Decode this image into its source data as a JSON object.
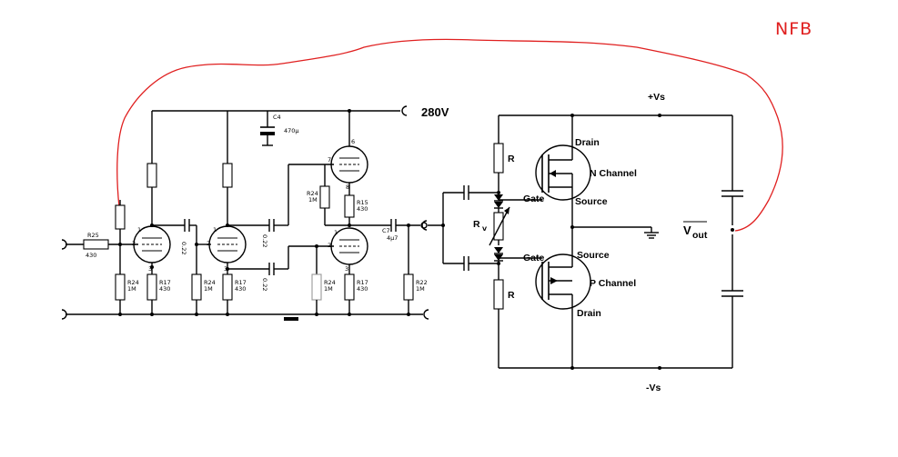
{
  "title_nfb": "NFB",
  "supply": {
    "hv": "280V",
    "pos": "+Vs",
    "neg": "-Vs"
  },
  "tube_section": {
    "c4": {
      "name": "C4",
      "value": "470µ"
    },
    "r25": {
      "name": "R25",
      "value": "430"
    },
    "stages": [
      {
        "r_grid": "R24",
        "r_grid_val": "1M",
        "r_cath": "R17",
        "r_cath_val": "430"
      },
      {
        "r_grid": "R24",
        "r_grid_val": "1M",
        "r_cath": "R17",
        "r_cath_val": "430"
      },
      {
        "r_grid": "R24",
        "r_grid_val": "1M",
        "r_cath": "R17",
        "r_cath_val": "430"
      }
    ],
    "coupling_caps": [
      "0.22",
      "0.22",
      "0.22"
    ],
    "cf_grid_res": {
      "name": "R24",
      "value": "1M"
    },
    "cf_cath_res": {
      "name": "R15",
      "value": "430"
    },
    "out_cap": {
      "name": "C7",
      "value": "4µ7"
    },
    "out_res": {
      "name": "R22",
      "value": "1M"
    },
    "pins": {
      "p1": "1",
      "p2": "2",
      "p3": "3",
      "p6": "6",
      "p7": "7",
      "p8": "8"
    }
  },
  "output_stage": {
    "r_label": "R",
    "rv_label": "R",
    "rv_sub": "V",
    "n_channel": "N Channel",
    "p_channel": "P Channel",
    "drain": "Drain",
    "source": "Source",
    "gate": "Gate",
    "vout": "V",
    "vout_sub": "out"
  },
  "colors": {
    "nfb_trace": "#e02020",
    "wire": "#000000"
  }
}
